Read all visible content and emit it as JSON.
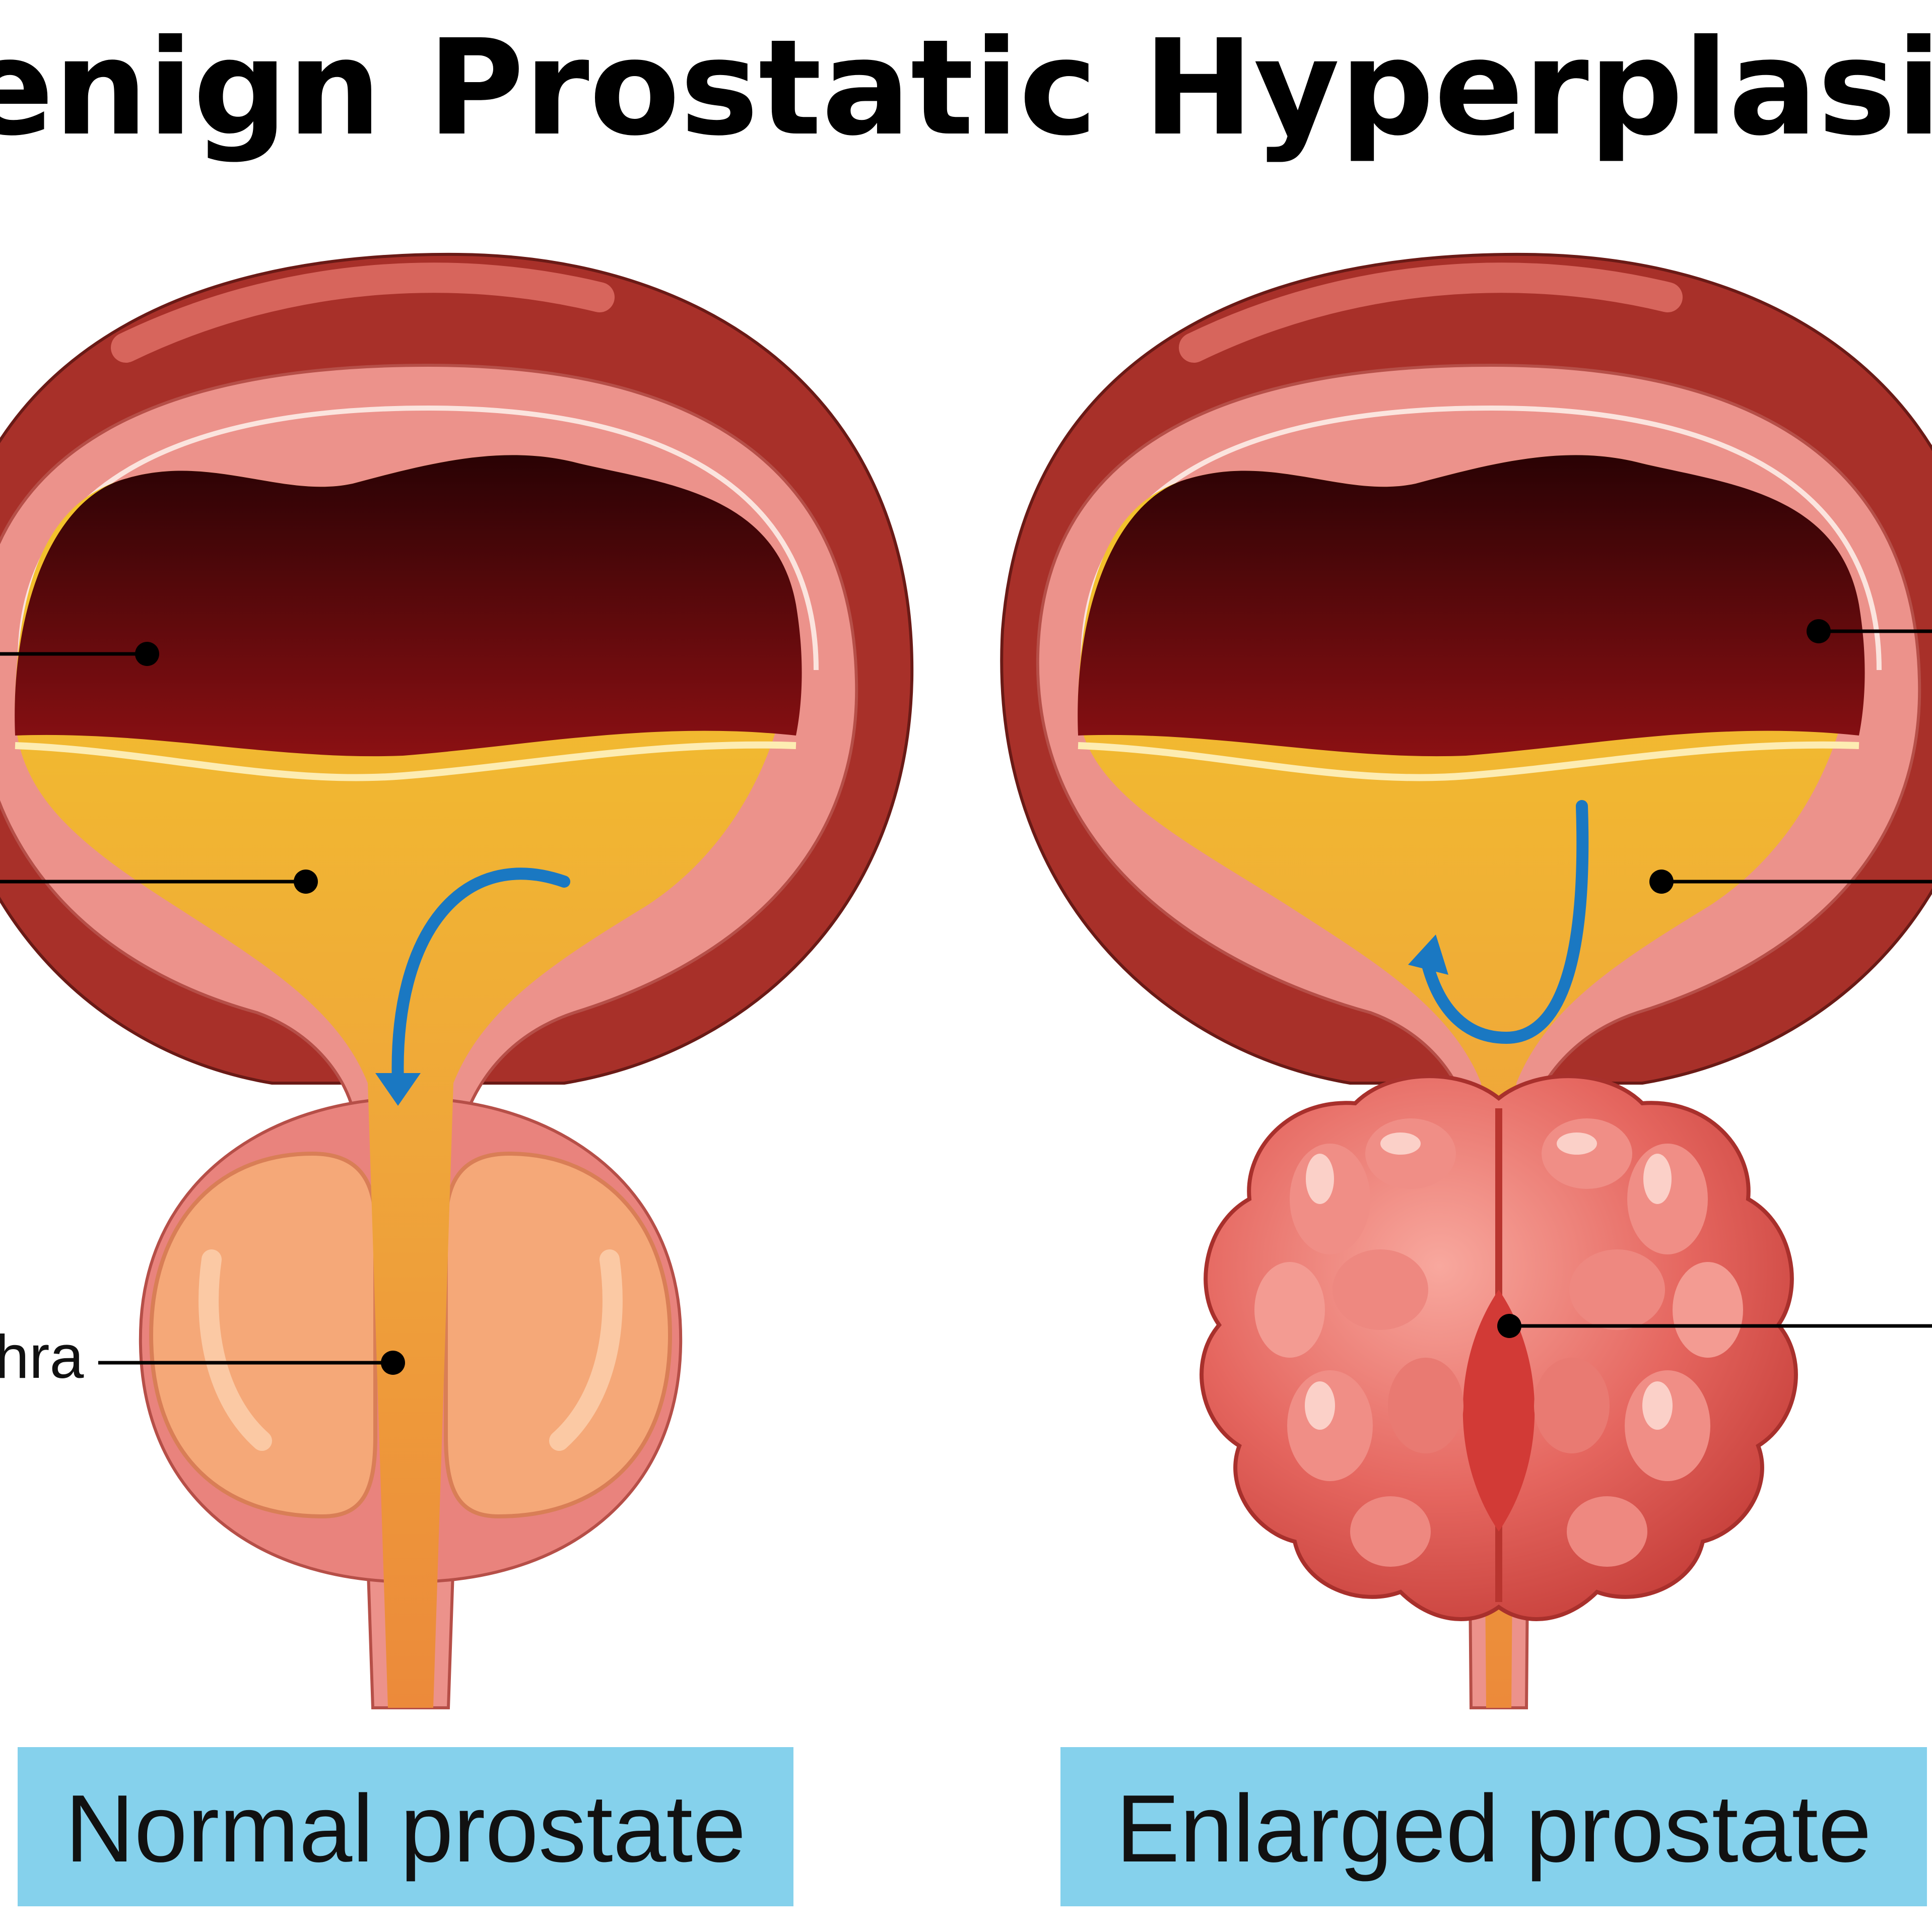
{
  "title": "Benign Prostatic Hyperplasia",
  "panels": [
    {
      "caption": "Normal prostate",
      "labels": [
        "hra"
      ]
    },
    {
      "caption": "Enlarged prostate",
      "labels": []
    }
  ],
  "colors": {
    "caption_bg": "#85d1ec",
    "bladder_outer": "#9e2d27",
    "bladder_wall": "#ec928b",
    "urine": "#f0b030",
    "bladder_cavity": "#5a0508",
    "normal_prostate": "#f5b38a",
    "enlarged_prostate": "#e5645f",
    "flow_arrow": "#1a78c2"
  },
  "icons": [
    "flow-arrow-icon"
  ]
}
